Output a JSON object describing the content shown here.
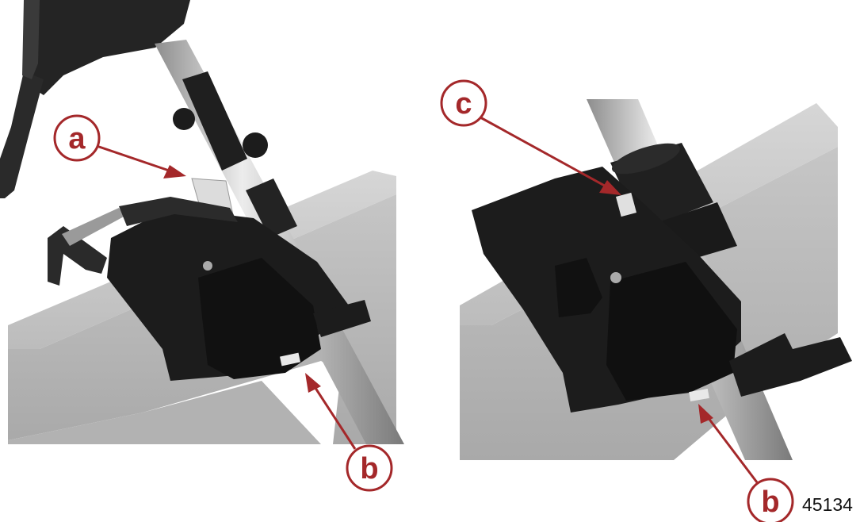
{
  "figure": {
    "number": "45134",
    "callouts": {
      "a": "a",
      "b_left": "b",
      "c": "c",
      "b_right": "b"
    },
    "colors": {
      "callout": "#a4282a",
      "mount_plastic": "#1c1c1c",
      "board": "#b9b9b9",
      "shaft": "#c8c8c8"
    }
  }
}
